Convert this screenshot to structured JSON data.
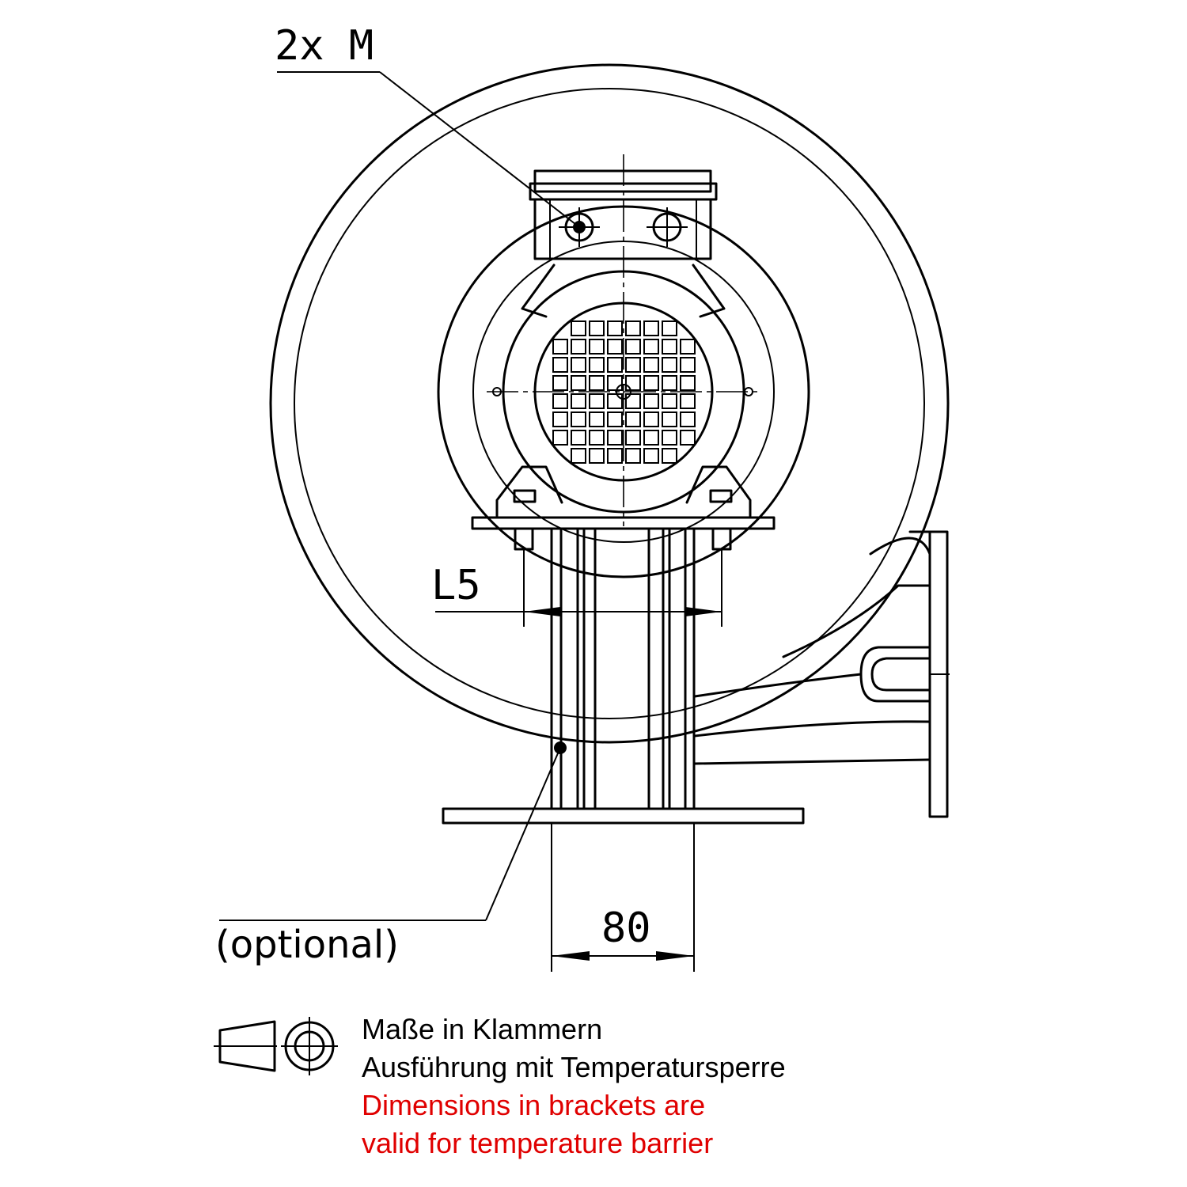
{
  "labels": {
    "mount_holes": "2x M",
    "shaft_dim": "L5",
    "base_width": "80",
    "optional": "(optional)"
  },
  "notes": {
    "de_line1": "Maße in Klammern",
    "de_line2": "Ausführung mit Temperatursperre",
    "en_line1": "Dimensions in brackets are",
    "en_line2": "valid for temperature barrier"
  },
  "colors": {
    "line": "#000000",
    "note_de": "#000000",
    "note_en": "#e00000",
    "background": "#ffffff"
  },
  "icons": {
    "projection_symbol": "first-angle-projection-icon"
  }
}
